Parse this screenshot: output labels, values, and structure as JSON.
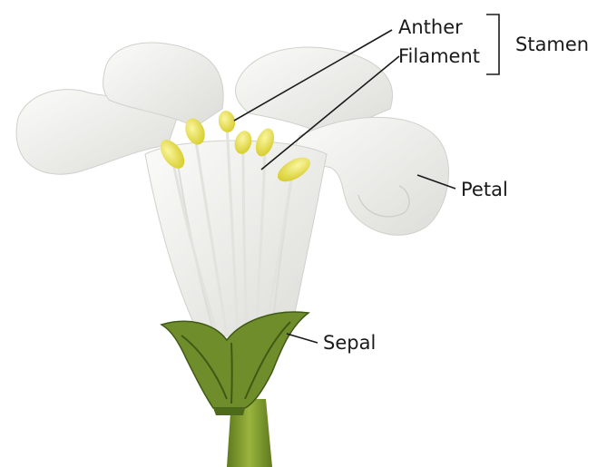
{
  "labels": {
    "anther": "Anther",
    "filament": "Filament",
    "stamen": "Stamen",
    "petal": "Petal",
    "sepal": "Sepal"
  },
  "colors": {
    "petal": "#f4f4f1",
    "petal_shadow": "#d9dad6",
    "anther": "#e8e04a",
    "filament": "#e2e3dd",
    "sepal": "#6f8d2a",
    "sepal_dark": "#3f5a16",
    "stem": "#7e9a2e",
    "leader_line": "#1a1a1a"
  }
}
